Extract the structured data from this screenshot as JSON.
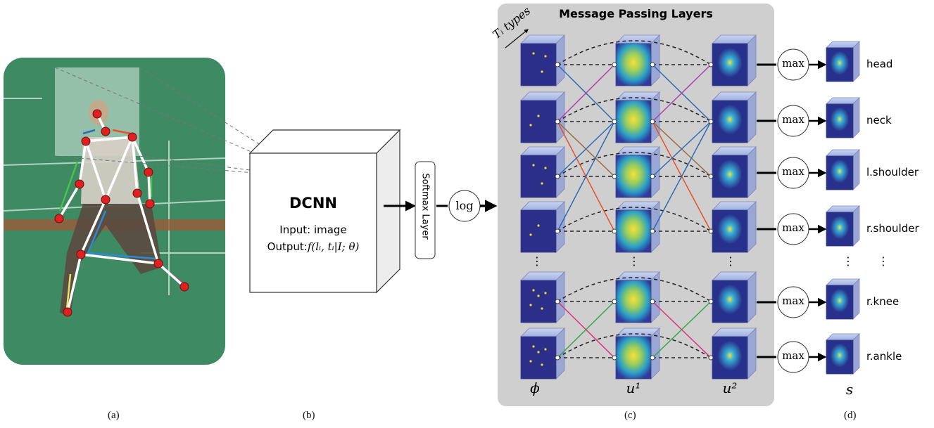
{
  "panels": {
    "a": {
      "label": "(a)"
    },
    "b": {
      "label": "(b)",
      "net_title": "DCNN",
      "input_text": "Input: image",
      "output_prefix": "Output:",
      "output_formula": "f(lᵢ, tᵢ|I; θ)",
      "softmax_label": "Softmax Layer",
      "log_label": "log"
    },
    "c": {
      "label": "(c)",
      "title": "Message Passing Layers",
      "types_label": "Tᵢ types",
      "column_labels": [
        "ϕ",
        "u¹",
        "u²"
      ],
      "ellipsis": "⋮"
    },
    "d": {
      "label": "(d)",
      "max_label": "max",
      "output_label": "s",
      "joints": [
        "head",
        "neck",
        "l.shoulder",
        "r.shoulder",
        "r.knee",
        "r.ankle"
      ],
      "ellipsis": "⋮"
    }
  },
  "colors": {
    "panel_bg": "#cfcfcf",
    "heatmap_bg": "#2b2f8a",
    "heatmap_hot": "#f2d93a",
    "court_green": "#3d8a63",
    "joint_red": "#e02020",
    "edge_blue": "#2a6db5",
    "edge_magenta": "#b040b0",
    "edge_orange": "#e5522a",
    "edge_brown": "#9a6a3a",
    "edge_pink": "#e0307a",
    "edge_green": "#33a84a"
  }
}
